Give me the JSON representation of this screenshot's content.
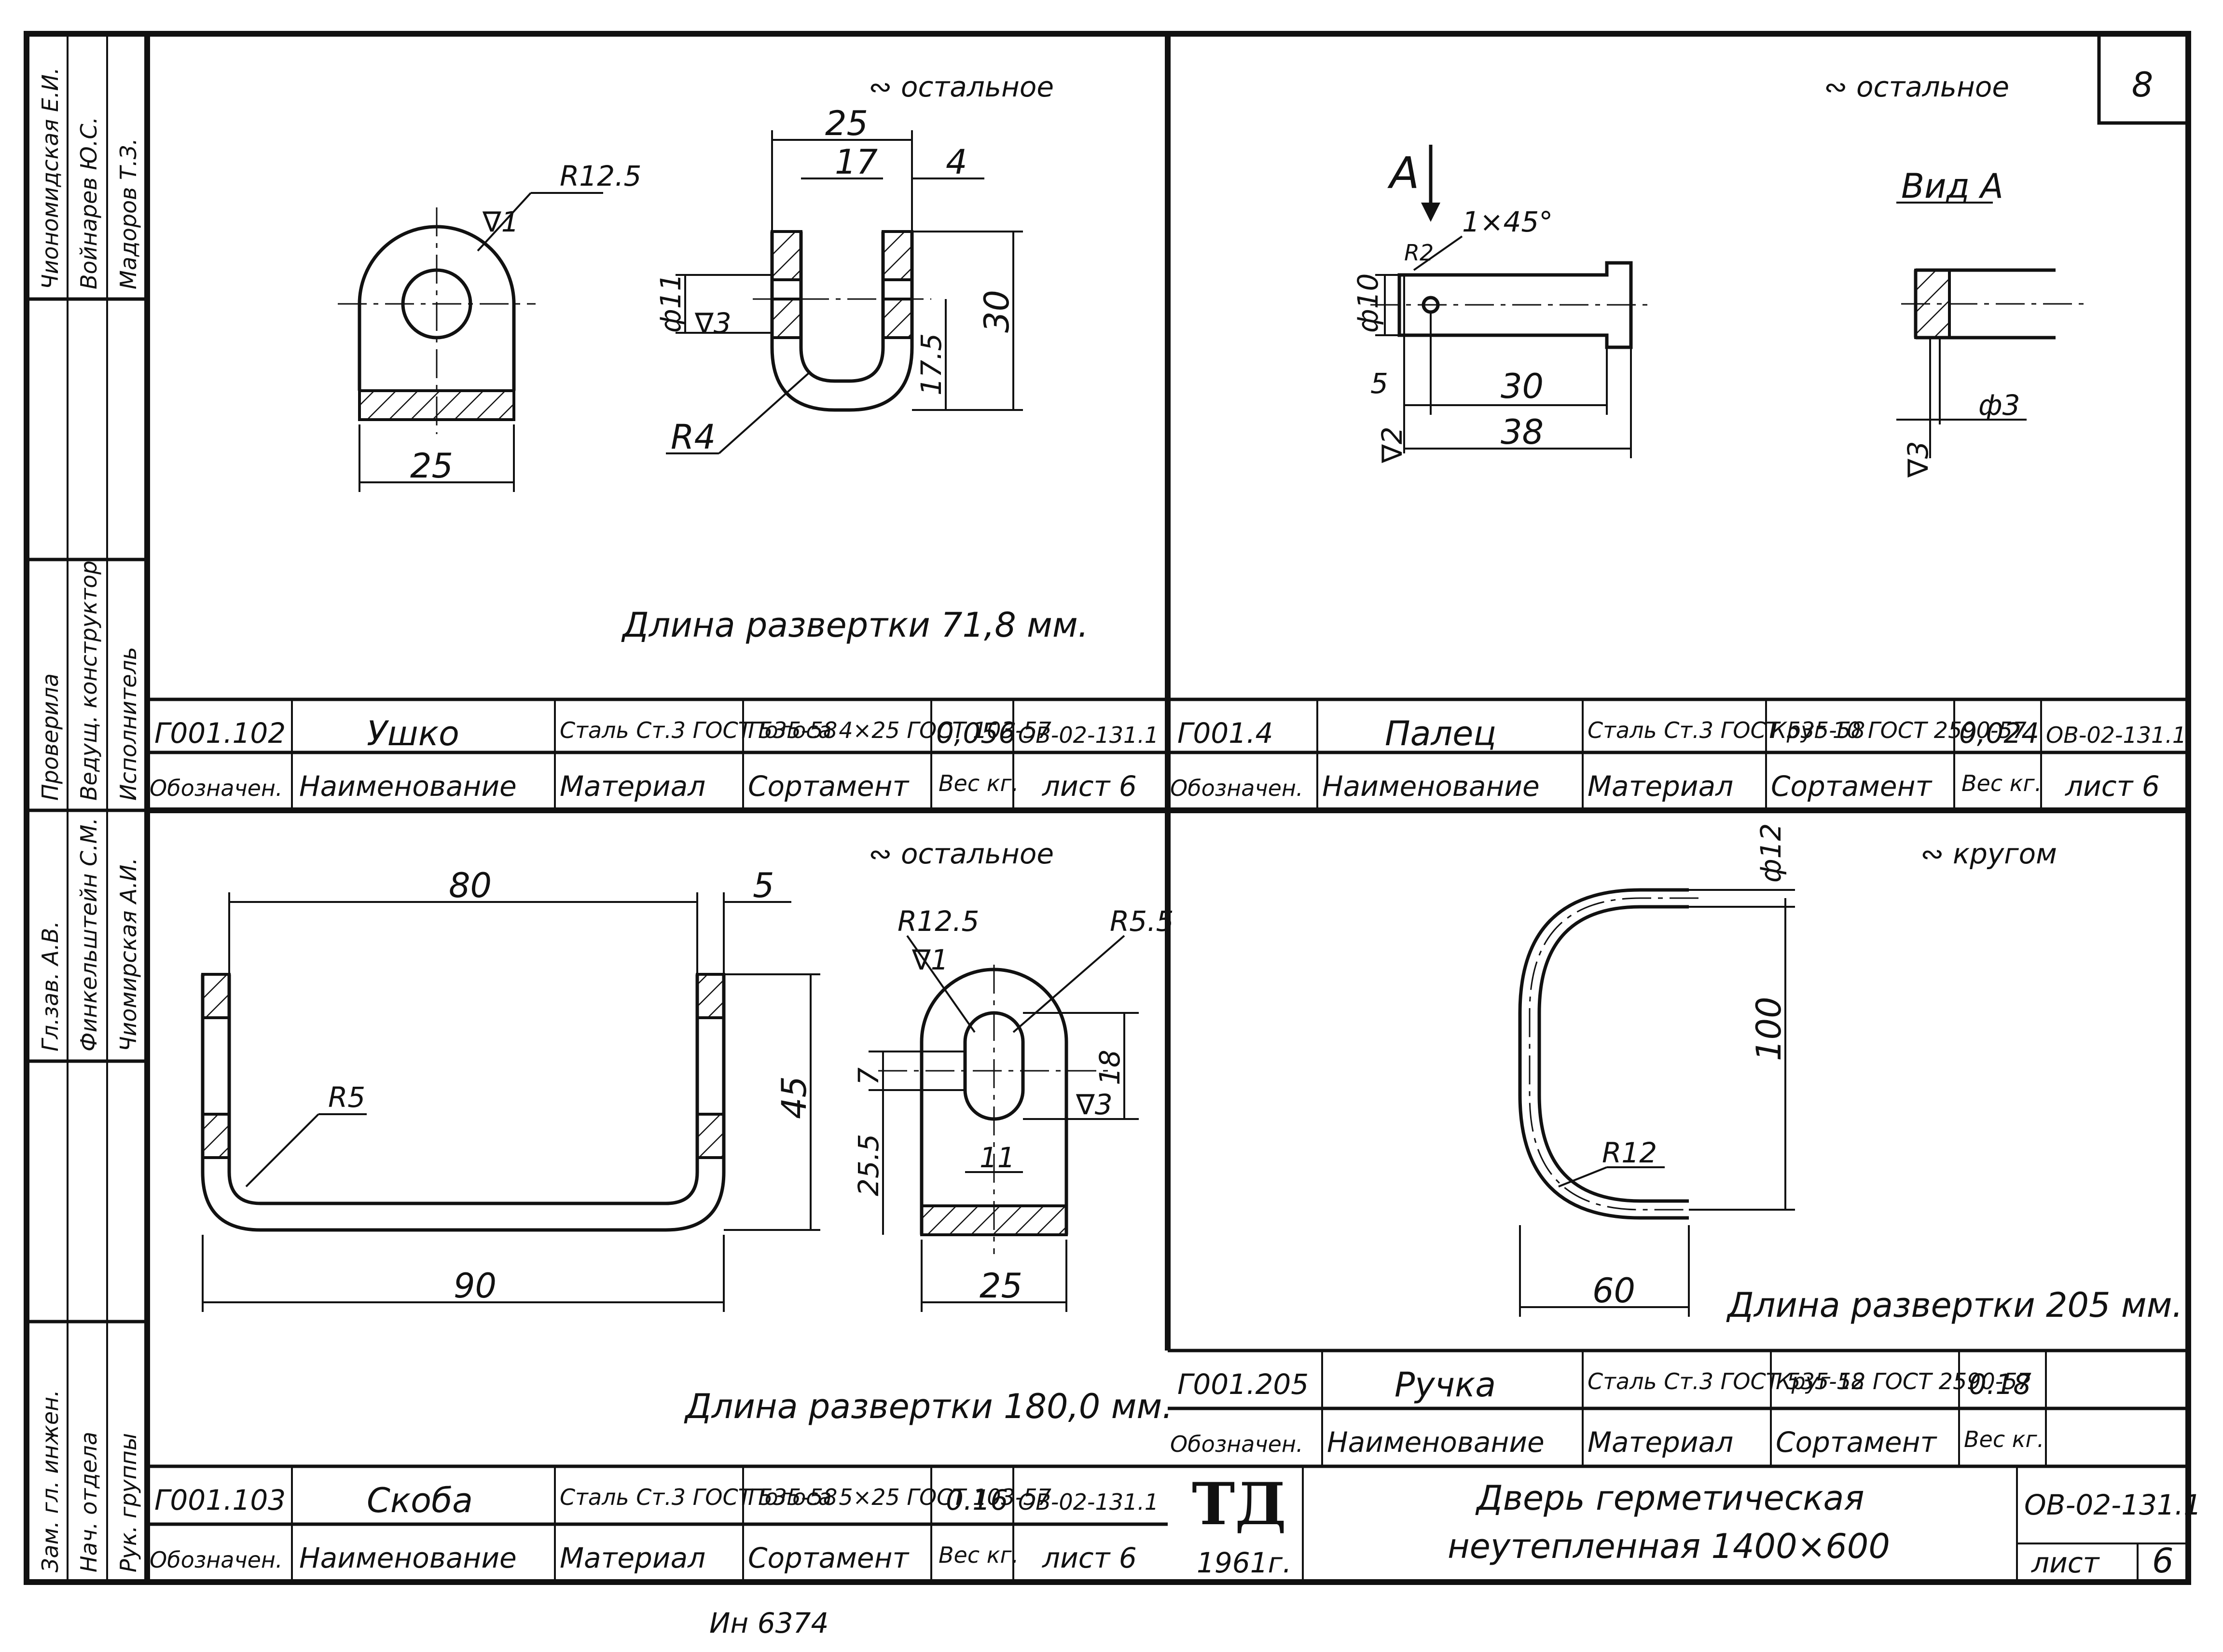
{
  "sheet_number": "8",
  "page_number": "6",
  "footer_note": "Ин 6374",
  "title_block": {
    "logo_text": "ТД",
    "year": "1961г.",
    "title_line1": "Дверь герметическая",
    "title_line2": "неутепленная 1400×600",
    "doc_code": "ОВ-02-131.1",
    "sheet_label": "лист",
    "sheet_value": "6"
  },
  "left_sidebar": {
    "top": [
      "Чиономидская Е.И.",
      "Войнарев Ю.С.",
      "Мадоров Т.З."
    ],
    "middle": [
      "Проверила",
      "Ведущ. конструктор",
      "Исполнитель"
    ],
    "lower": [
      "Гл.зав. А.В.",
      "Финкельштейн С.М.",
      "Чиомирская А.И."
    ],
    "bottom": [
      "Зам. гл. инжен.",
      "Нач. отдела",
      "Рук. группы"
    ]
  },
  "headers": {
    "designation": "Обозначен.",
    "name": "Наименование",
    "material": "Материал",
    "assortment": "Сортамент",
    "weight": "Вес кг.",
    "sheet": "лист 6"
  },
  "parts": {
    "ushko": {
      "designation": "Г001.102",
      "name": "Ушко",
      "material": "Сталь Ст.3 ГОСТ 535-58",
      "assortment": "Полоса 4×25 ГОСТ 103-57",
      "weight": "0,056",
      "doc": "ОВ-02-131.1",
      "surface_note": "∾ остальное",
      "unfold_length": "Длина развертки 71,8 мм.",
      "dims": {
        "radius": "R12.5",
        "width": "25",
        "top_width": "25",
        "gap": "17",
        "thk": "4",
        "hole": "ф11",
        "h1": "17.5",
        "h2": "30",
        "bend_r": "R4",
        "rough": "∇3",
        "rough2": "∇1"
      }
    },
    "palets": {
      "designation": "Г001.4",
      "name": "Палец",
      "material": "Сталь Ст.3 ГОСТ 535-58",
      "assortment": "Круг 10 ГОСТ 2590-57",
      "weight": "0,024",
      "doc": "ОВ-02-131.1",
      "surface_note": "∾ остальное",
      "view_label": "Вид А",
      "arrow_label": "А",
      "dims": {
        "dia": "ф10",
        "chamfer": "1×45°",
        "r": "R2",
        "l1": "5",
        "l2": "30",
        "l3": "38",
        "hole": "ф3",
        "rough": "∇2",
        "rough2": "∇3"
      }
    },
    "skoba": {
      "designation": "Г001.103",
      "name": "Скоба",
      "material": "Сталь Ст.3 ГОСТ 535-58",
      "assortment": "Полоса 5×25 ГОСТ 103-57",
      "weight": "0.16",
      "doc": "ОВ-02-131.1",
      "surface_note": "∾ остальное",
      "unfold_length": "Длина развертки 180,0 мм.",
      "dims": {
        "top": "80",
        "thk": "5",
        "bend_r": "R5",
        "height": "45",
        "bottom": "90",
        "r_outer": "R12.5",
        "r_slot": "R5.5",
        "slot_w": "7",
        "slot_h": "18",
        "h": "25.5",
        "w_inner": "11",
        "w": "25",
        "rough": "∇3",
        "rough2": "∇1"
      }
    },
    "ruchka": {
      "designation": "Г001.205",
      "name": "Ручка",
      "material": "Сталь Ст.3 ГОСТ 535-58",
      "assortment": "Круг 12 ГОСТ 2590-57",
      "weight": "0.18",
      "surface_note": "∾ кругом",
      "unfold_length": "Длина развертки 205 мм.",
      "dims": {
        "dia": "ф12",
        "height": "100",
        "bend_r": "R12",
        "width": "60"
      }
    }
  }
}
